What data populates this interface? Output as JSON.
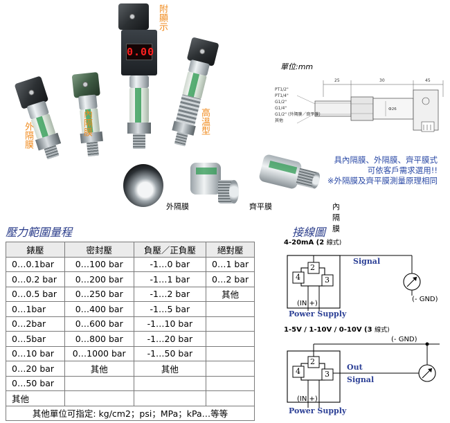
{
  "photos": {
    "display_value": "0.00",
    "labels": {
      "with_display": "附顯示",
      "external": "外隔膜",
      "internal": "內隔膜",
      "high_temp": "高溫型"
    },
    "diaphragms": [
      "外隔膜",
      "齊平膜",
      "內隔膜"
    ]
  },
  "dimension": {
    "unit": "單位:mm",
    "dims": [
      "25",
      "30",
      "45"
    ],
    "inner_dim": "Ф26",
    "threads": [
      "PT1/2\"",
      "PT1/4\"",
      "G1/2\"",
      "G1/4\"",
      "G1/2\"",
      "其他"
    ],
    "thread_note": "(外隔膜／齊平膜)"
  },
  "note": {
    "line1": "具內隔膜、外隔膜、齊平膜式",
    "line2": "可依客戶需求選用!!",
    "line3": "※外隔膜及齊平膜測量原理相同"
  },
  "range": {
    "title": "壓力範圍量程",
    "headers": [
      "錶壓",
      "密封壓",
      "負壓／正負壓",
      "絕對壓"
    ],
    "rows": [
      [
        "0…0.1bar",
        "0…100 bar",
        "-1…0 bar",
        "0…1 bar"
      ],
      [
        "0…0.2 bar",
        "0…200 bar",
        "-1…1 bar",
        "0…2 bar"
      ],
      [
        "0…0.5 bar",
        "0…250 bar",
        "-1…2 bar",
        "其他"
      ],
      [
        "0…1bar",
        "0…400 bar",
        "-1…5 bar",
        ""
      ],
      [
        "0…2bar",
        "0…600 bar",
        "-1…10 bar",
        ""
      ],
      [
        "0…5bar",
        "0…800 bar",
        "-1…20 bar",
        ""
      ],
      [
        "0…10 bar",
        "0…1000 bar",
        "-1…50 bar",
        ""
      ],
      [
        "0…20 bar",
        "其他",
        "其他",
        ""
      ],
      [
        "0…50 bar",
        "",
        "",
        ""
      ],
      [
        "其他",
        "",
        "",
        ""
      ]
    ],
    "footnote": "其他單位可指定: kg/cm2；psi；MPa；kPa…等等"
  },
  "wiring": {
    "title": "接線圖",
    "d1": {
      "caption": "4-20mA (2",
      "caption_suffix": "線式)",
      "pins": [
        "2",
        "4",
        "3"
      ],
      "signal": "Signal",
      "gnd": "(-  GND)",
      "in_label": "(IN",
      "plus": "+)",
      "supply": "Power Supply"
    },
    "d2": {
      "caption": "1-5V / 1-10V / 0-10V (3",
      "caption_suffix": "線式)",
      "pins": [
        "2",
        "4",
        "3"
      ],
      "gnd": "(-  GND)",
      "out": "Out",
      "signal": "Signal",
      "in_label": "(IN",
      "plus": "+)",
      "supply": "Power Supply"
    }
  }
}
